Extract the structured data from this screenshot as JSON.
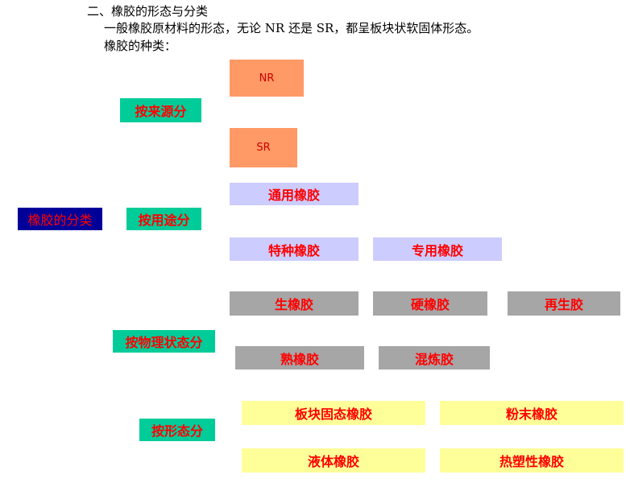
{
  "text": {
    "heading": "二、橡胶的形态与分类",
    "paragraph": "一般橡胶原材料的形态，无论 NR 还是 SR，都呈板块状软固体形态。",
    "kinds_label": "橡胶的种类："
  },
  "root": "橡胶的分类",
  "categories": {
    "source": "按来源分",
    "usage": "按用途分",
    "physical": "按物理状态分",
    "form": "按形态分"
  },
  "items": {
    "nr": "NR",
    "sr": "SR",
    "general": "通用橡胶",
    "special": "特种橡胶",
    "dedicated": "专用橡胶",
    "raw": "生橡胶",
    "hard": "硬橡胶",
    "recycled": "再生胶",
    "cured": "熟橡胶",
    "mixed": "混炼胶",
    "block_solid": "板块固态橡胶",
    "powder": "粉末橡胶",
    "liquid": "液体橡胶",
    "thermoplastic": "热塑性橡胶"
  },
  "colors": {
    "label_text": "#ff0000",
    "source_box": "#ff9966",
    "category_box": "#00cc99",
    "root_box": "#000099",
    "usage_box": "#ccccff",
    "physical_box": "#a6a6a6",
    "form_box": "#ffff99"
  }
}
